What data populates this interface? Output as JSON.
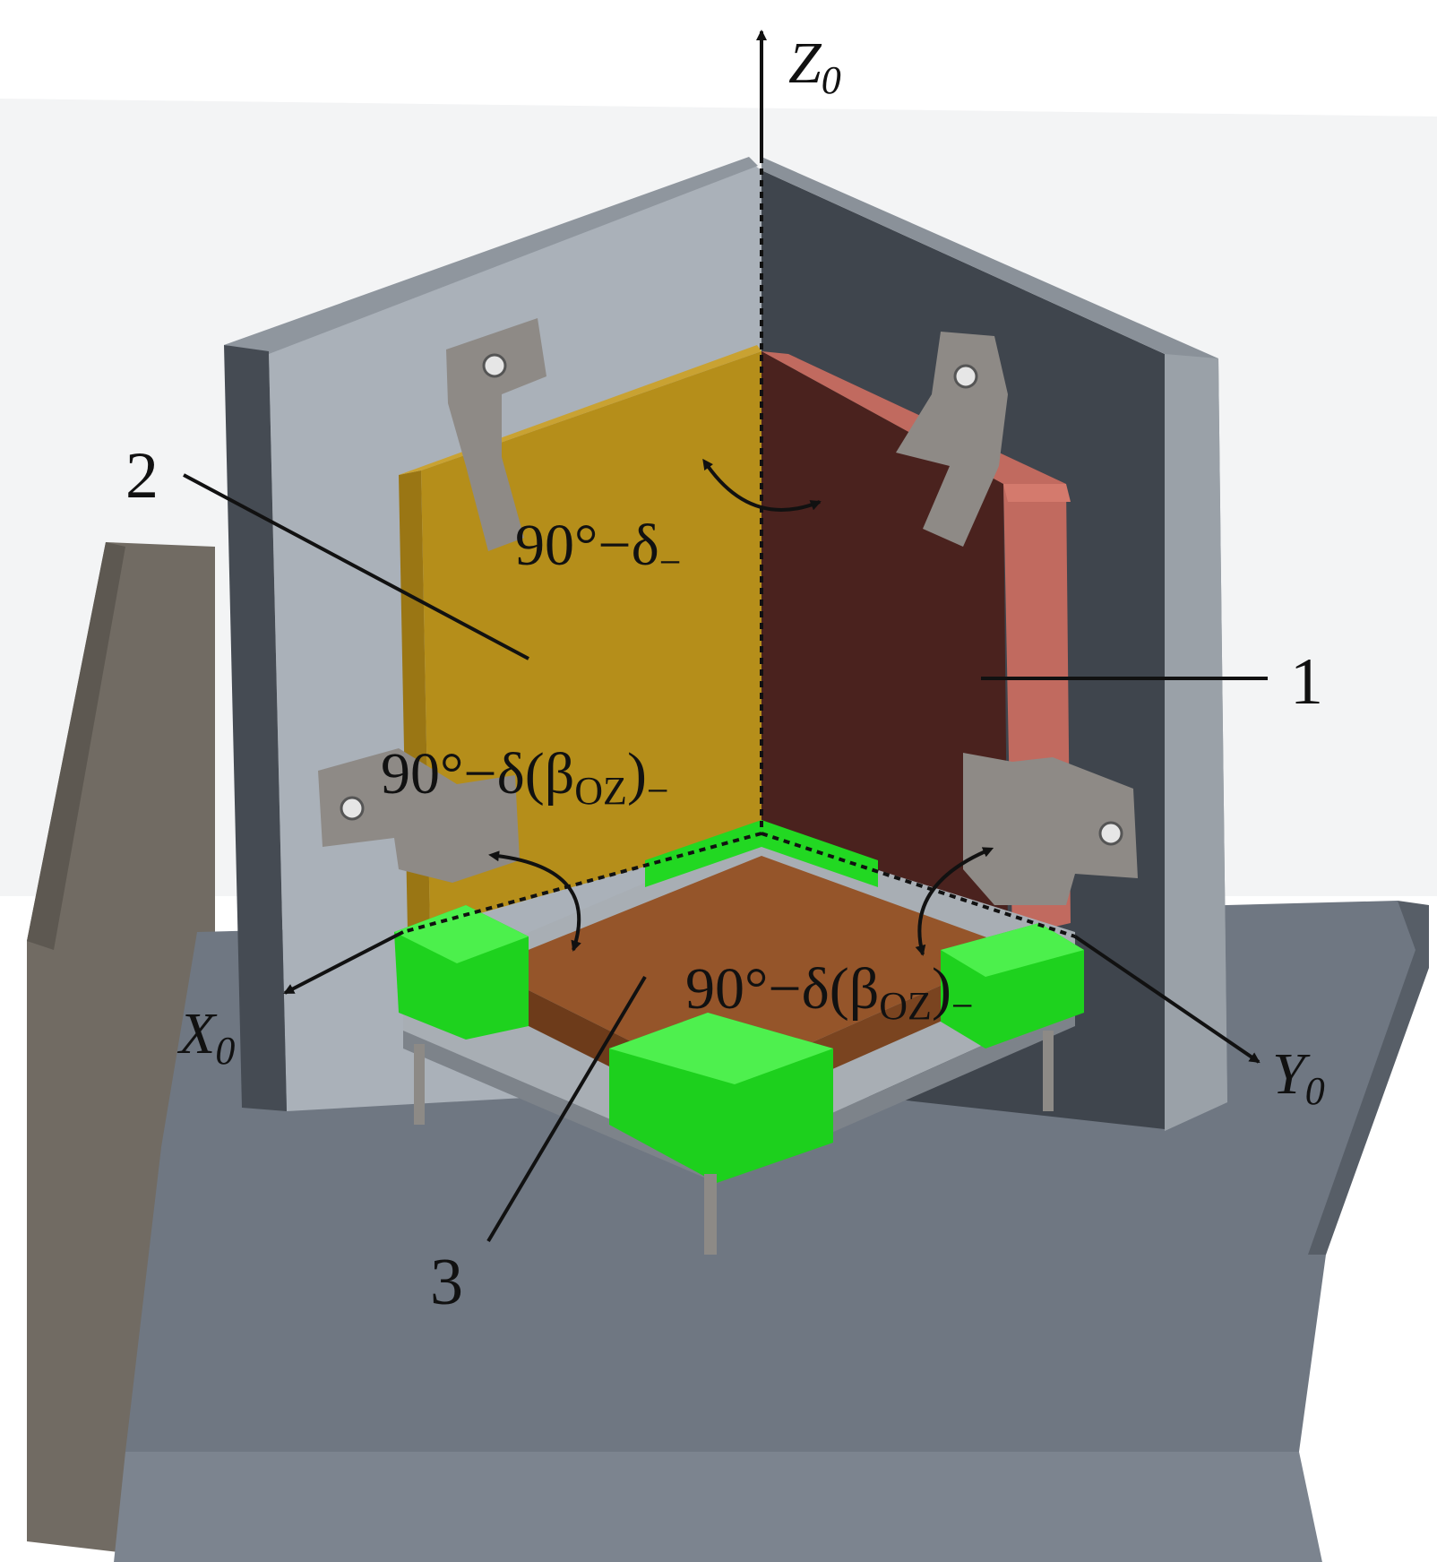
{
  "axes": {
    "z": {
      "letter": "Z",
      "sub": "0"
    },
    "x": {
      "letter": "X",
      "sub": "0"
    },
    "y": {
      "letter": "Y",
      "sub": "0"
    }
  },
  "callouts": {
    "c1": "1",
    "c2": "2",
    "c3": "3"
  },
  "angles": {
    "top": {
      "main": "90°−δ",
      "sub": "−"
    },
    "left": {
      "main": "90°−δ(β",
      "sub": "OZ",
      "tail": ")",
      "tail_sub": "−"
    },
    "right": {
      "main": "90°−δ(β",
      "sub": "OZ",
      "tail": ")",
      "tail_sub": "−"
    }
  },
  "colors": {
    "wall_front": "#aeb4bb",
    "wall_dark": "#3e444c",
    "wall_right": "#4a5058",
    "floor": "#6d7581",
    "mirror_yellow": "#b9901a",
    "mirror_red": "#4e2420",
    "mirror_red_edge": "#c56a5e",
    "mirror_brown": "#9a5a26",
    "holder_green": "#1fd61f",
    "clip_gray": "#8f8b87",
    "line": "#111111"
  }
}
